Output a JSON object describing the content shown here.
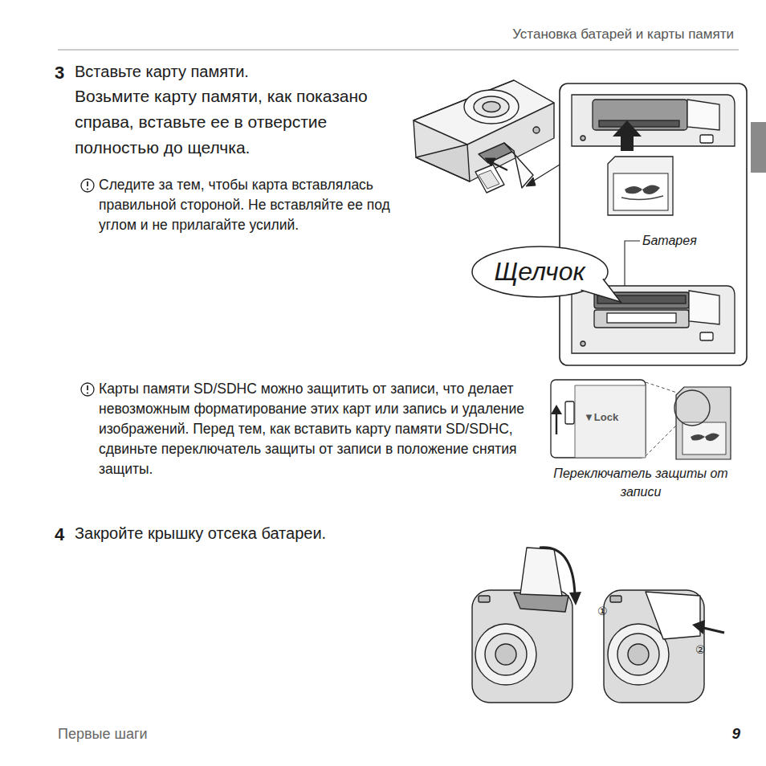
{
  "diagram": {
    "title": "Установка батарей и карты памяти",
    "nodes": [
      {
        "text": [
          "Щелчок"
        ]
      }
    ],
    "labels": [
      "3",
      "Вставьте карту памяти.",
      "Возьмите карту памяти, как показано справа, вставьте ее в отверстие полностью до щелчка.",
      "Следите за тем, чтобы карта вставлялась правильной стороной. Не вставляйте ее под углом и не прилагайте усилий.",
      "Батарея",
      "Карты памяти SD/SDHC можно защитить от записи, что делает невозможным форматирование этих карт или запись и удаление изображений. Перед тем, как вставить карту памяти SD/SDHC, сдвиньте переключатель защиты от записи в положение снятия защиты.",
      "▼Lock",
      "Переключатель защиты от записи",
      "4",
      "Закройте крышку отсека батареи.",
      "①",
      "②",
      "Первые шаги",
      "9"
    ]
  }
}
